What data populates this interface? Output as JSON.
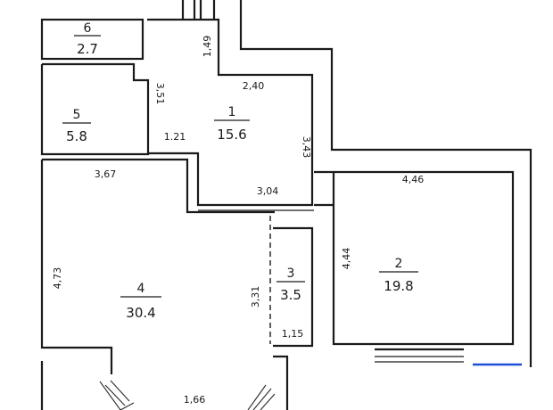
{
  "rooms": [
    {
      "id": "6",
      "number": "6",
      "area": "2.7"
    },
    {
      "id": "5",
      "number": "5",
      "area": "5.8"
    },
    {
      "id": "1",
      "number": "1",
      "area": "15.6"
    },
    {
      "id": "4",
      "number": "4",
      "area": "30.4"
    },
    {
      "id": "3",
      "number": "3",
      "area": "3.5"
    },
    {
      "id": "2",
      "number": "2",
      "area": "19.8"
    }
  ],
  "dimensions": {
    "d149": "1,49",
    "d240": "2,40",
    "d351": "3,51",
    "d121": "1.21",
    "d343": "3,43",
    "d367": "3,67",
    "d304": "3,04",
    "d446": "4,46",
    "d444": "4,44",
    "d473": "4,73",
    "d331": "3,31",
    "d115": "1,15",
    "d166": "1,66"
  },
  "colors": {
    "wall": "#1a1a1a",
    "accent": "#1f4fd6",
    "background": "#ffffff"
  }
}
